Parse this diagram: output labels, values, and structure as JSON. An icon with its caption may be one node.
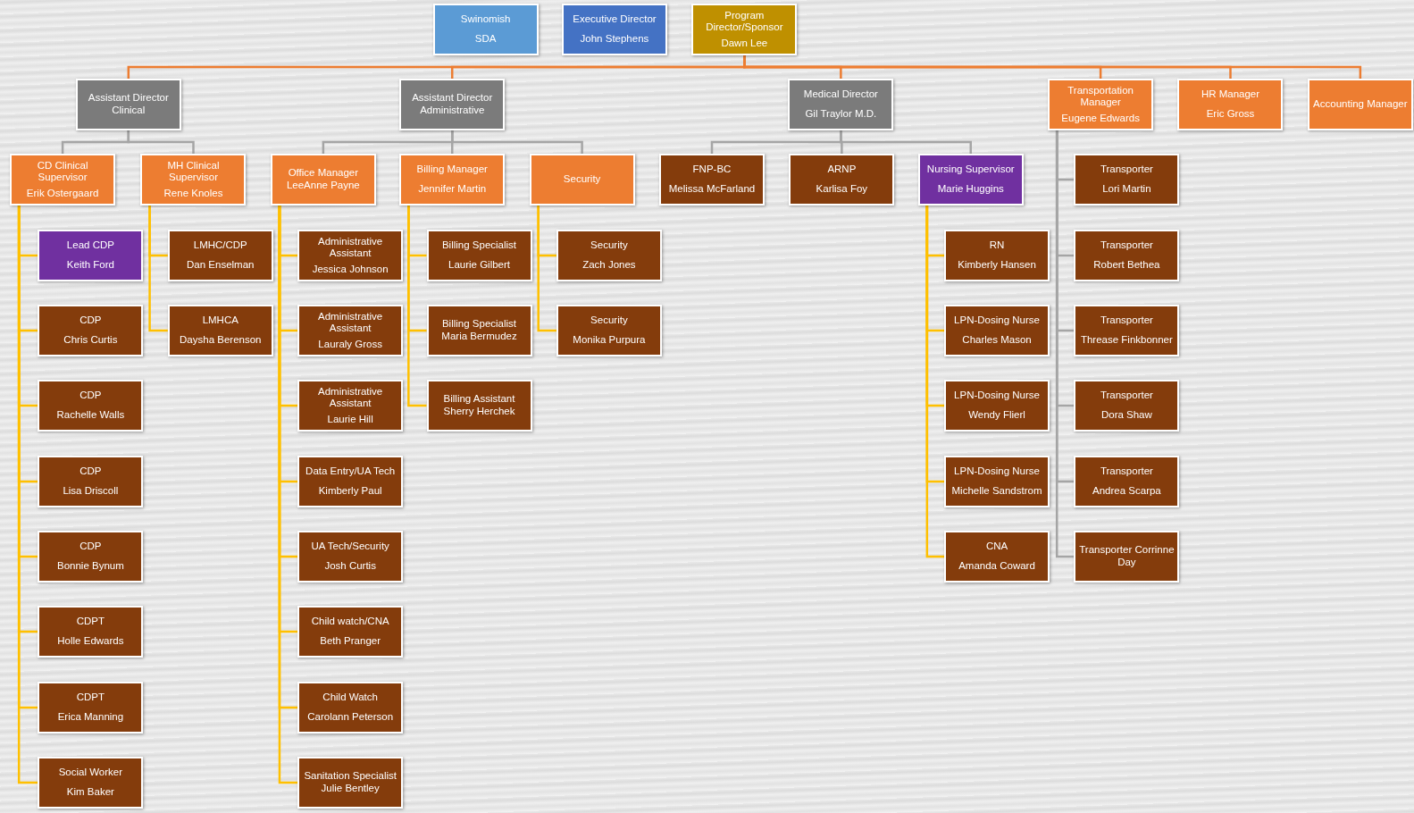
{
  "diagram": {
    "nodes": [
      {
        "text": [
          "Swinomish",
          "SDA"
        ]
      },
      {
        "text": [
          "Executive Director",
          "John Stephens"
        ]
      },
      {
        "text": [
          "Program Director/Sponsor",
          "Dawn Lee"
        ]
      },
      {
        "text": [
          "Assistant Director Clinical"
        ]
      },
      {
        "text": [
          "Assistant Director Administrative"
        ]
      },
      {
        "text": [
          "Medical Director",
          "Gil Traylor M.D."
        ]
      },
      {
        "text": [
          "Transportation Manager",
          "Eugene Edwards"
        ]
      },
      {
        "text": [
          "HR Manager",
          "Eric Gross"
        ]
      },
      {
        "text": [
          "Accounting Manager"
        ]
      },
      {
        "text": [
          "CD Clinical Supervisor",
          "Erik Ostergaard"
        ]
      },
      {
        "text": [
          "MH Clinical Supervisor",
          "Rene Knoles"
        ]
      },
      {
        "text": [
          "Office Manager LeeAnne Payne"
        ]
      },
      {
        "text": [
          "Billing Manager",
          "Jennifer Martin"
        ]
      },
      {
        "text": [
          "Security"
        ]
      },
      {
        "text": [
          "FNP-BC",
          "Melissa McFarland"
        ]
      },
      {
        "text": [
          "ARNP",
          "Karlisa Foy"
        ]
      },
      {
        "text": [
          "Nursing Supervisor",
          "Marie Huggins"
        ]
      },
      {
        "text": [
          "Transporter",
          "Lori Martin"
        ]
      },
      {
        "text": [
          "Lead CDP",
          "Keith Ford"
        ]
      },
      {
        "text": [
          "CDP",
          "Chris Curtis"
        ]
      },
      {
        "text": [
          "CDP",
          "Rachelle Walls"
        ]
      },
      {
        "text": [
          "CDP",
          "Lisa Driscoll"
        ]
      },
      {
        "text": [
          "CDP",
          "Bonnie Bynum"
        ]
      },
      {
        "text": [
          "CDPT",
          "Holle Edwards"
        ]
      },
      {
        "text": [
          "CDPT",
          "Erica Manning"
        ]
      },
      {
        "text": [
          "Social Worker",
          "Kim Baker"
        ]
      },
      {
        "text": [
          "LMHC/CDP",
          "Dan Enselman"
        ]
      },
      {
        "text": [
          "LMHCA",
          "Daysha Berenson"
        ]
      },
      {
        "text": [
          "Administrative Assistant",
          "Jessica Johnson"
        ]
      },
      {
        "text": [
          "Administrative Assistant",
          "Lauraly Gross"
        ]
      },
      {
        "text": [
          "Administrative Assistant",
          "Laurie Hill"
        ]
      },
      {
        "text": [
          "Data Entry/UA Tech",
          "Kimberly Paul"
        ]
      },
      {
        "text": [
          "UA Tech/Security",
          "Josh Curtis"
        ]
      },
      {
        "text": [
          "Child watch/CNA",
          "Beth Pranger"
        ]
      },
      {
        "text": [
          "Child Watch",
          "Carolann Peterson"
        ]
      },
      {
        "text": [
          "Sanitation Specialist Julie Bentley"
        ]
      },
      {
        "text": [
          "Billing Specialist",
          "Laurie Gilbert"
        ]
      },
      {
        "text": [
          "Billing Specialist Maria Bermudez"
        ]
      },
      {
        "text": [
          "Billing Assistant Sherry Herchek"
        ]
      },
      {
        "text": [
          "Security",
          "Zach Jones"
        ]
      },
      {
        "text": [
          "Security",
          "Monika Purpura"
        ]
      },
      {
        "text": [
          "RN",
          "Kimberly Hansen"
        ]
      },
      {
        "text": [
          "LPN-Dosing Nurse",
          "Charles Mason"
        ]
      },
      {
        "text": [
          "LPN-Dosing Nurse",
          "Wendy Flierl"
        ]
      },
      {
        "text": [
          "LPN-Dosing Nurse",
          "Michelle Sandstrom"
        ]
      },
      {
        "text": [
          "CNA",
          "Amanda Coward"
        ]
      },
      {
        "text": [
          "Transporter",
          "Robert Bethea"
        ]
      },
      {
        "text": [
          "Transporter",
          "Threase Finkbonner"
        ]
      },
      {
        "text": [
          "Transporter",
          "Dora Shaw"
        ]
      },
      {
        "text": [
          "Transporter",
          "Andrea Scarpa"
        ]
      },
      {
        "text": [
          "Transporter Corrinne Day"
        ]
      }
    ],
    "edges": [
      {
        "from": 2,
        "to": 3,
        "arrow": "none",
        "color": "#ed7d31"
      },
      {
        "from": 2,
        "to": 4,
        "arrow": "none",
        "color": "#ed7d31"
      },
      {
        "from": 2,
        "to": 5,
        "arrow": "none",
        "color": "#ed7d31"
      },
      {
        "from": 2,
        "to": 6,
        "arrow": "none",
        "color": "#ed7d31"
      },
      {
        "from": 2,
        "to": 7,
        "arrow": "none",
        "color": "#ed7d31"
      },
      {
        "from": 2,
        "to": 8,
        "arrow": "none",
        "color": "#ed7d31"
      },
      {
        "from": 3,
        "to": 9,
        "arrow": "none",
        "color": "#a5a5a5"
      },
      {
        "from": 3,
        "to": 10,
        "arrow": "none",
        "color": "#a5a5a5"
      },
      {
        "from": 4,
        "to": 11,
        "arrow": "none",
        "color": "#a5a5a5"
      },
      {
        "from": 4,
        "to": 12,
        "arrow": "none",
        "color": "#a5a5a5"
      },
      {
        "from": 4,
        "to": 13,
        "arrow": "none",
        "color": "#a5a5a5"
      },
      {
        "from": 5,
        "to": 14,
        "arrow": "none",
        "color": "#a5a5a5"
      },
      {
        "from": 5,
        "to": 15,
        "arrow": "none",
        "color": "#a5a5a5"
      },
      {
        "from": 5,
        "to": 16,
        "arrow": "none",
        "color": "#a5a5a5"
      },
      {
        "from": 9,
        "to": 18,
        "arrow": "none"
      },
      {
        "from": 9,
        "to": 19,
        "arrow": "none"
      },
      {
        "from": 9,
        "to": 20,
        "arrow": "none"
      },
      {
        "from": 9,
        "to": 21,
        "arrow": "none"
      },
      {
        "from": 9,
        "to": 22,
        "arrow": "none"
      },
      {
        "from": 9,
        "to": 23,
        "arrow": "none"
      },
      {
        "from": 9,
        "to": 24,
        "arrow": "none"
      },
      {
        "from": 9,
        "to": 25,
        "arrow": "none"
      },
      {
        "from": 10,
        "to": 26,
        "arrow": "none"
      },
      {
        "from": 10,
        "to": 27,
        "arrow": "none"
      },
      {
        "from": 11,
        "to": 28,
        "arrow": "none"
      },
      {
        "from": 11,
        "to": 29,
        "arrow": "none"
      },
      {
        "from": 11,
        "to": 30,
        "arrow": "none"
      },
      {
        "from": 11,
        "to": 31,
        "arrow": "none"
      },
      {
        "from": 11,
        "to": 32,
        "arrow": "none"
      },
      {
        "from": 11,
        "to": 33,
        "arrow": "none"
      },
      {
        "from": 11,
        "to": 34,
        "arrow": "none"
      },
      {
        "from": 11,
        "to": 35,
        "arrow": "none"
      },
      {
        "from": 12,
        "to": 36,
        "arrow": "none"
      },
      {
        "from": 12,
        "to": 37,
        "arrow": "none"
      },
      {
        "from": 12,
        "to": 38,
        "arrow": "none"
      },
      {
        "from": 13,
        "to": 39,
        "arrow": "none"
      },
      {
        "from": 13,
        "to": 40,
        "arrow": "none"
      },
      {
        "from": 16,
        "to": 41,
        "arrow": "none"
      },
      {
        "from": 16,
        "to": 42,
        "arrow": "none"
      },
      {
        "from": 16,
        "to": 43,
        "arrow": "none"
      },
      {
        "from": 16,
        "to": 44,
        "arrow": "none"
      },
      {
        "from": 16,
        "to": 45,
        "arrow": "none"
      },
      {
        "from": 6,
        "to": 17,
        "arrow": "none",
        "color": "#a5a5a5"
      },
      {
        "from": 6,
        "to": 46,
        "arrow": "none",
        "color": "#a5a5a5"
      },
      {
        "from": 6,
        "to": 47,
        "arrow": "none",
        "color": "#a5a5a5"
      },
      {
        "from": 6,
        "to": 48,
        "arrow": "none",
        "color": "#a5a5a5"
      },
      {
        "from": 6,
        "to": 49,
        "arrow": "none",
        "color": "#a5a5a5"
      },
      {
        "from": 6,
        "to": 50,
        "arrow": "none",
        "color": "#a5a5a5"
      }
    ]
  }
}
